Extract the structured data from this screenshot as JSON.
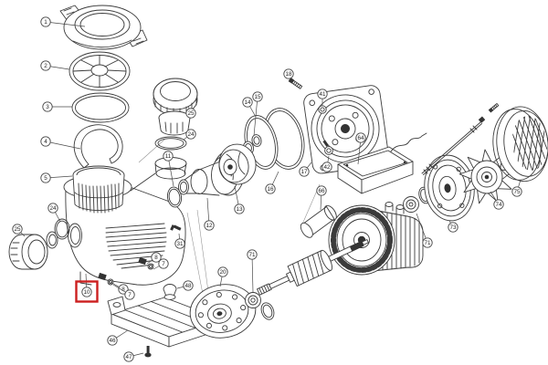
{
  "colors": {
    "line": "#3b3b3b",
    "highlight_box": "#cc2020",
    "background": "#ffffff"
  },
  "highlight": {
    "boxed_callout_number": "10"
  },
  "callouts": [
    {
      "number": "1"
    },
    {
      "number": "2"
    },
    {
      "number": "3"
    },
    {
      "number": "4"
    },
    {
      "number": "5"
    },
    {
      "number": "24"
    },
    {
      "number": "25"
    },
    {
      "number": "25"
    },
    {
      "number": "24"
    },
    {
      "number": "10"
    },
    {
      "number": "8"
    },
    {
      "number": "7"
    },
    {
      "number": "8"
    },
    {
      "number": "7"
    },
    {
      "number": "31"
    },
    {
      "number": "11"
    },
    {
      "number": "12"
    },
    {
      "number": "13"
    },
    {
      "number": "14"
    },
    {
      "number": "15"
    },
    {
      "number": "16"
    },
    {
      "number": "17"
    },
    {
      "number": "18"
    },
    {
      "number": "41"
    },
    {
      "number": "42"
    },
    {
      "number": "64"
    },
    {
      "number": "66"
    },
    {
      "number": "20"
    },
    {
      "number": "71"
    },
    {
      "number": "46"
    },
    {
      "number": "47"
    },
    {
      "number": "48"
    },
    {
      "number": "71"
    },
    {
      "number": "73"
    },
    {
      "number": "74"
    },
    {
      "number": "75"
    }
  ]
}
